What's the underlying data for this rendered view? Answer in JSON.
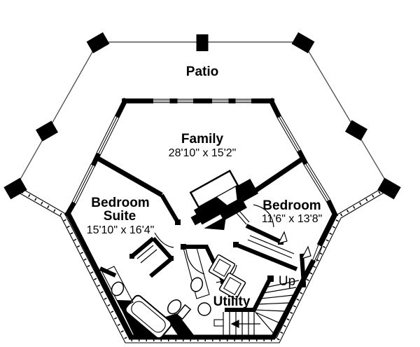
{
  "plan": {
    "type": "floor-plan",
    "colors": {
      "ink": "#000000",
      "background": "#ffffff",
      "patio_line": "#555555"
    },
    "patio": {
      "label": "Patio"
    },
    "rooms": {
      "family": {
        "name": "Family",
        "dims": "28'10\" x 15'2\""
      },
      "bedroom_suite": {
        "name_line1": "Bedroom",
        "name_line2": "Suite",
        "dims": "15'10\" x 16'4\""
      },
      "bedroom": {
        "name": "Bedroom",
        "dims": "11'6\" x 13'8\""
      },
      "utility": {
        "name": "Utility"
      },
      "stairs": {
        "label": "Up"
      }
    }
  }
}
